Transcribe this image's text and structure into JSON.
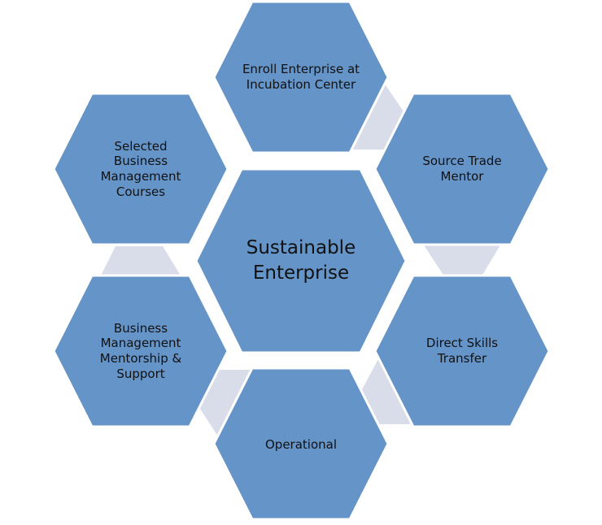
{
  "diagram": {
    "center_label": "Sustainable Enterprise",
    "nodes": [
      {
        "id": "top",
        "label": "Enroll Enterprise at Incubation Center"
      },
      {
        "id": "upper-right",
        "label": "Source Trade Mentor"
      },
      {
        "id": "lower-right",
        "label": "Direct Skills Transfer"
      },
      {
        "id": "bottom",
        "label": "Operational"
      },
      {
        "id": "lower-left",
        "label": "Business Management Mentorship & Support"
      },
      {
        "id": "upper-left",
        "label": "Selected Business Management Courses"
      }
    ]
  },
  "colors": {
    "hex_fill": "#6594c8",
    "connector_fill": "#d9dde9",
    "text": "#111111"
  }
}
